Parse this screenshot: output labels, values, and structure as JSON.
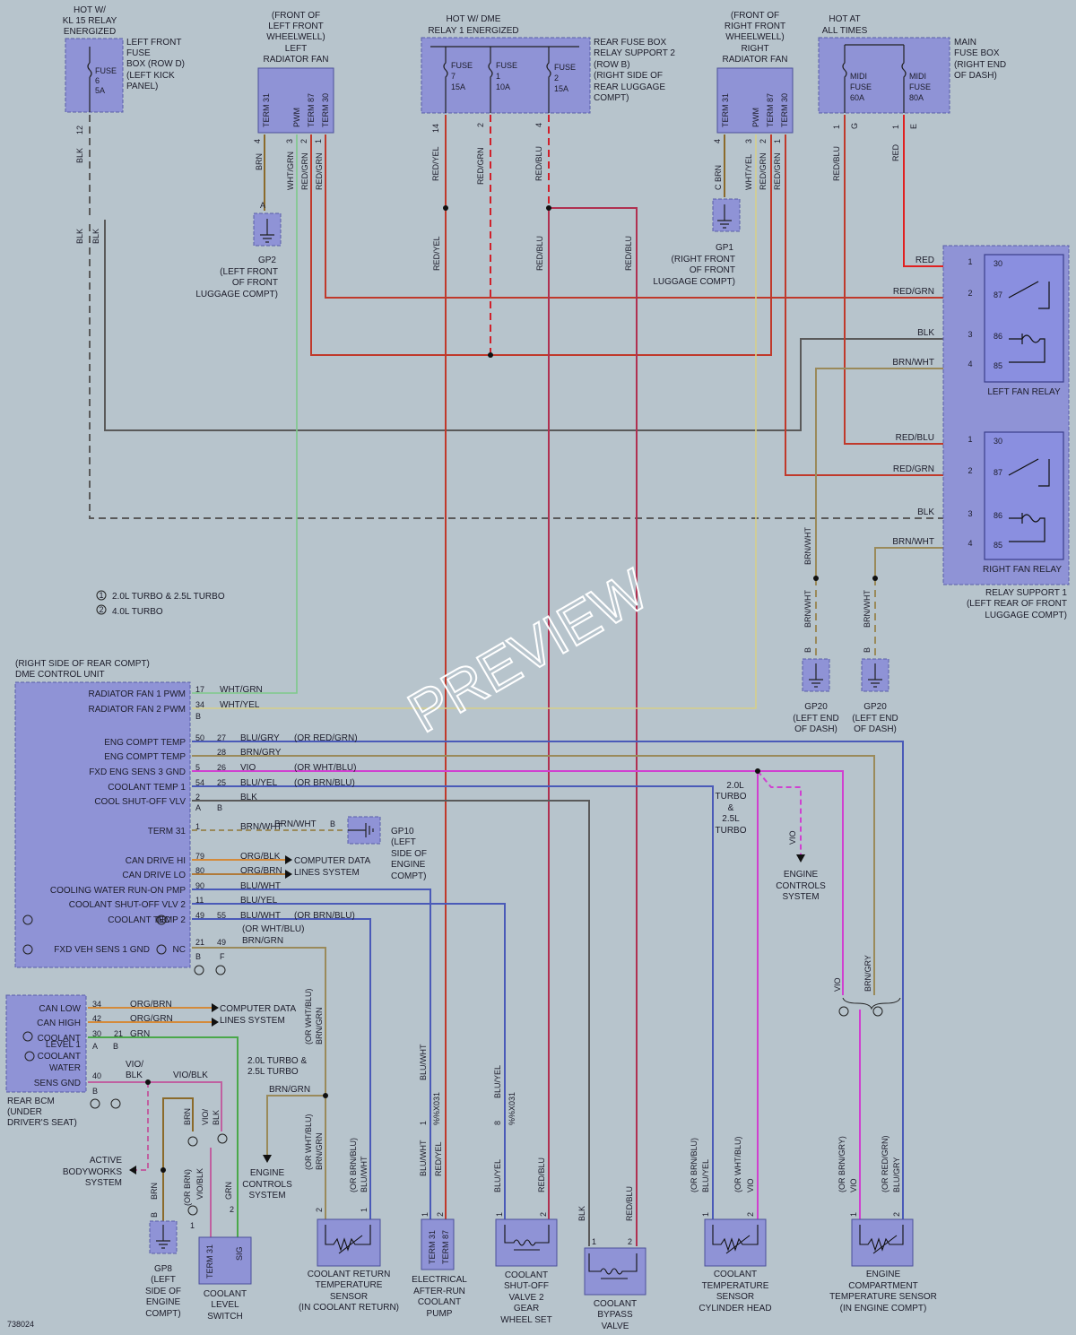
{
  "doc_id": "738024",
  "watermark": "PREVIEW",
  "legend": {
    "item1": "2.0L TURBO & 2.5L TURBO",
    "item2": "4.0L TURBO",
    "n1": "1",
    "n2": "2"
  },
  "top": {
    "kl15": {
      "l1": "HOT W/",
      "l2": "KL 15 RELAY",
      "l3": "ENERGIZED"
    },
    "left_fuse_box": {
      "l1": "LEFT FRONT",
      "l2": "FUSE",
      "l3": "BOX (ROW D)",
      "l4": "(LEFT KICK",
      "l5": "PANEL)",
      "fuse": "FUSE",
      "num": "6",
      "amp": "5A",
      "pin": "12",
      "wire": "BLK"
    },
    "left_fan": {
      "l1": "(FRONT OF",
      "l2": "LEFT FRONT",
      "l3": "WHEELWELL)",
      "l4": "LEFT",
      "l5": "RADIATOR FAN",
      "t1": "TERM 31",
      "t2": "PWM",
      "t3": "TERM 87",
      "t4": "TERM 30",
      "p4": "4",
      "p3": "3",
      "p2": "2",
      "p1": "1",
      "w1": "BRN",
      "w2": "WHT/GRN",
      "w3": "RED/GRN",
      "w4": "RED/GRN"
    },
    "gp2": {
      "pin": "A",
      "l1": "GP2",
      "l2": "(LEFT FRONT",
      "l3": "OF FRONT",
      "l4": "LUGGAGE COMPT)"
    },
    "dme_relay": {
      "l1": "HOT W/ DME",
      "l2": "RELAY 1 ENERGIZED",
      "f1": "FUSE",
      "f1n": "7",
      "f1a": "15A",
      "f2": "FUSE",
      "f2n": "1",
      "f2a": "10A",
      "f3": "FUSE",
      "f3n": "2",
      "f3a": "15A",
      "p1": "14",
      "p2": "2",
      "p3": "4",
      "w1": "RED/YEL",
      "w2": "RED/GRN",
      "w3": "RED/BLU"
    },
    "rear_fuse_box": {
      "l1": "REAR FUSE BOX",
      "l2": "RELAY SUPPORT 2",
      "l3": "(ROW B)",
      "l4": "(RIGHT SIDE OF",
      "l5": "REAR LUGGAGE",
      "l6": "COMPT)"
    },
    "right_fan": {
      "l1": "(FRONT OF",
      "l2": "RIGHT FRONT",
      "l3": "WHEELWELL)",
      "l4": "RIGHT",
      "l5": "RADIATOR FAN",
      "t1": "TERM 31",
      "t2": "PWM",
      "t3": "TERM 87",
      "t4": "TERM 30",
      "p4": "4",
      "p3": "3",
      "p2": "2",
      "p1": "1",
      "w1": "C BRN",
      "w2": "WHT/YEL",
      "w3": "RED/GRN",
      "w4": "RED/GRN"
    },
    "gp1": {
      "l1": "GP1",
      "l2": "(RIGHT FRONT",
      "l3": "OF FRONT",
      "l4": "LUGGAGE COMPT)"
    },
    "main_fuse": {
      "l1": "HOT AT",
      "l2": "ALL TIMES",
      "f1": "MIDI",
      "f1b": "FUSE",
      "f1a": "60A",
      "f2": "MIDI",
      "f2b": "FUSE",
      "f2a": "80A",
      "p1": "1",
      "p1c": "G",
      "p2": "1",
      "p2c": "E",
      "w1": "RED/BLU",
      "w2": "RED",
      "n1": "MAIN",
      "n2": "FUSE BOX",
      "n3": "(RIGHT END",
      "n4": "OF DASH)"
    }
  },
  "mid_labels": {
    "blk1": "BLK",
    "blk2": "BLK",
    "redyel": "RED/YEL",
    "redblu1": "RED/BLU",
    "redblu2": "RED/BLU"
  },
  "relays": {
    "left": {
      "name": "LEFT FAN RELAY",
      "rows": [
        {
          "wire": "RED",
          "pin": "1",
          "term": "30"
        },
        {
          "wire": "RED/GRN",
          "pin": "2",
          "term": "87"
        },
        {
          "wire": "BLK",
          "pin": "3",
          "term": "86"
        },
        {
          "wire": "BRN/WHT",
          "pin": "4",
          "term": "85"
        }
      ]
    },
    "right": {
      "name": "RIGHT FAN RELAY",
      "rows": [
        {
          "wire": "RED/BLU",
          "pin": "1",
          "term": "30"
        },
        {
          "wire": "RED/GRN",
          "pin": "2",
          "term": "87"
        },
        {
          "wire": "BLK",
          "pin": "3",
          "term": "86"
        },
        {
          "wire": "BRN/WHT",
          "pin": "4",
          "term": "85"
        }
      ]
    },
    "support": {
      "l1": "RELAY SUPPORT 1",
      "l2": "(LEFT REAR OF FRONT",
      "l3": "LUGGAGE COMPT)"
    }
  },
  "gp20": {
    "wire": "BRN/WHT",
    "pin": "B",
    "l1": "GP20",
    "l2": "(LEFT END",
    "l3": "OF DASH)"
  },
  "dme": {
    "title1": "(RIGHT SIDE OF REAR COMPT)",
    "title2": "DME CONTROL UNIT",
    "rows": [
      {
        "label": "RADIATOR FAN 1 PWM",
        "p1": "17",
        "p2": "",
        "wire": "WHT/GRN",
        "alt": ""
      },
      {
        "label": "RADIATOR FAN 2 PWM",
        "p1": "34",
        "p2": "",
        "wire": "WHT/YEL",
        "alt": ""
      },
      {
        "label": "",
        "p1": "B",
        "p2": "",
        "wire": "",
        "alt": ""
      },
      {
        "label": "ENG COMPT TEMP",
        "p1": "50",
        "p2": "27",
        "wire": "BLU/GRY",
        "alt": "(OR RED/GRN)"
      },
      {
        "label": "ENG COMPT TEMP",
        "p1": "",
        "p2": "28",
        "wire": "BRN/GRY",
        "alt": ""
      },
      {
        "label": "FXD ENG SENS 3 GND",
        "p1": "5",
        "p2": "26",
        "wire": "VIO",
        "alt": "(OR WHT/BLU)"
      },
      {
        "label": "COOLANT TEMP 1",
        "p1": "54",
        "p2": "25",
        "wire": "BLU/YEL",
        "alt": "(OR BRN/BLU)"
      },
      {
        "label": "COOL SHUT-OFF VLV",
        "p1": "2",
        "p2": "",
        "wire": "BLK",
        "alt": ""
      },
      {
        "label": "",
        "p1": "A",
        "p2": "B",
        "wire": "",
        "alt": ""
      },
      {
        "label": "TERM 31",
        "p1": "1",
        "p2": "",
        "wire": "BRN/WHT",
        "alt": ""
      },
      {
        "label": "",
        "p1": "",
        "p2": "",
        "wire": "",
        "alt": ""
      },
      {
        "label": "CAN DRIVE HI",
        "p1": "79",
        "p2": "",
        "wire": "ORG/BLK",
        "alt": ""
      },
      {
        "label": "CAN DRIVE LO",
        "p1": "80",
        "p2": "",
        "wire": "ORG/BRN",
        "alt": ""
      },
      {
        "label": "COOLING WATER RUN-ON PMP",
        "p1": "90",
        "p2": "",
        "wire": "BLU/WHT",
        "alt": ""
      },
      {
        "label": "COOLANT SHUT-OFF VLV 2",
        "p1": "11",
        "p2": "",
        "wire": "BLU/YEL",
        "alt": ""
      },
      {
        "label": "COOLANT TEMP 2",
        "p1": "49",
        "p2": "55",
        "wire": "BLU/WHT",
        "alt": "(OR BRN/BLU)"
      }
    ],
    "ct2_nc": "NC",
    "fxd_label": "FXD VEH SENS 1 GND",
    "fxd_nc": "NC",
    "fxd_p1": "21",
    "fxd_p2": "49",
    "fxd_alt": "(OR WHT/BLU)",
    "fxd_wire": "BRN/GRN",
    "bottom_b": "B",
    "bottom_f": "F"
  },
  "gp10": {
    "wire": "BRN/WHT",
    "pin": "B",
    "l1": "GP10",
    "l2": "(LEFT",
    "l3": "SIDE OF",
    "l4": "ENGINE",
    "l5": "COMPT)"
  },
  "cdl1": {
    "l1": "COMPUTER DATA",
    "l2": "LINES SYSTEM"
  },
  "split_note": {
    "l1": "2.0L",
    "l2": "TURBO",
    "l3": "&",
    "l4": "2.5L",
    "l5": "TURBO",
    "wire": "VIO"
  },
  "ecs1": {
    "l1": "ENGINE",
    "l2": "CONTROLS",
    "l3": "SYSTEM"
  },
  "bcm": {
    "rows": [
      {
        "label": "CAN LOW",
        "p1": "34",
        "p2": "",
        "wire": "ORG/BRN"
      },
      {
        "label": "CAN HIGH",
        "p1": "42",
        "p2": "",
        "wire": "ORG/GRN"
      },
      {
        "label": "COOLANT",
        "p1": "30",
        "p2": "21",
        "wire": "GRN"
      }
    ],
    "lvl": "LEVEL 1",
    "ab_a": "A",
    "ab_b": "B",
    "cw1": "COOLANT",
    "cw2": "WATER",
    "sens": "SENS GND",
    "sens_pin": "40",
    "sens_wire": "VIO/",
    "sens_wire2": "BLK",
    "sens_wire3": "VIO/BLK",
    "b": "B",
    "n1": "REAR BCM",
    "n2": "(UNDER",
    "n3": "DRIVER'S SEAT)"
  },
  "cdl2": {
    "l1": "COMPUTER DATA",
    "l2": "LINES SYSTEM"
  },
  "abs": {
    "l1": "ACTIVE",
    "l2": "BODYWORKS",
    "l3": "SYSTEM"
  },
  "ecs2": {
    "note1": "2.0L TURBO &",
    "note2": "2.5L TURBO",
    "wire": "BRN/GRN",
    "l1": "ENGINE",
    "l2": "CONTROLS",
    "l3": "SYSTEM"
  },
  "right_split": {
    "w1": "VIO",
    "w2": "BRN/GRY"
  },
  "bottom": {
    "gp8": {
      "wire": "BRN",
      "pin": "B",
      "l1": "GP8",
      "l2": "(LEFT",
      "l3": "SIDE OF",
      "l4": "ENGINE",
      "l5": "COMPT)"
    },
    "lvl_switch": {
      "w1": "BRN",
      "w2": "VIO/",
      "w3": "BLK",
      "w4": "(OR BRN)",
      "w5": "VIO/BLK",
      "w6": "GRN",
      "p1": "1",
      "p2": "2",
      "t1": "TERM 31",
      "t2": "SIG",
      "l1": "COOLANT",
      "l2": "LEVEL",
      "l3": "SWITCH"
    },
    "return_sensor": {
      "w1": "(OR WHT/BLU)",
      "w2": "BRN/GRN",
      "w3": "(OR BRN/BLU)",
      "w4": "BLU/WHT",
      "w5": "(OR WHT/BLU)",
      "w6": "BRN/GRN",
      "p1": "2",
      "p2": "1",
      "l1": "COOLANT RETURN",
      "l2": "TEMPERATURE",
      "l3": "SENSOR",
      "l4": "(IN COOLANT RETURN)"
    },
    "pump": {
      "w1": "BLU/WHT",
      "w2": "BLU/WHT",
      "w3": "RED/YEL",
      "pin": "1",
      "code": "%%X031",
      "t1": "TERM 31",
      "t2": "TERM 87",
      "p1": "1",
      "p2": "2",
      "l1": "ELECTRICAL",
      "l2": "AFTER-RUN",
      "l3": "COOLANT",
      "l4": "PUMP"
    },
    "valve2": {
      "w1": "BLU/YEL",
      "w2": "BLU/YEL",
      "w3": "RED/BLU",
      "pin": "8",
      "code": "%%X031",
      "p1": "1",
      "p2": "2",
      "l1": "COOLANT",
      "l2": "SHUT-OFF",
      "l3": "VALVE 2",
      "l4": "GEAR",
      "l5": "WHEEL SET"
    },
    "bypass": {
      "w1": "BLK",
      "w2": "RED/BLU",
      "p1": "1",
      "p2": "2",
      "l1": "COOLANT",
      "l2": "BYPASS",
      "l3": "VALVE"
    },
    "cyl_sensor": {
      "w1": "(OR BRN/BLU)",
      "w2": "BLU/YEL",
      "w3": "(OR WHT/BLU)",
      "w4": "VIO",
      "p1": "1",
      "p2": "2",
      "l1": "COOLANT",
      "l2": "TEMPERATURE",
      "l3": "SENSOR",
      "l4": "CYLINDER HEAD"
    },
    "eng_sensor": {
      "w1": "(OR BRN/GRY)",
      "w2": "VIO",
      "w3": "(OR RED/GRN)",
      "w4": "BLU/GRY",
      "p1": "1",
      "p2": "2",
      "l1": "ENGINE",
      "l2": "COMPARTMENT",
      "l3": "TEMPERATURE SENSOR",
      "l4": "(IN ENGINE COMPT)"
    }
  }
}
